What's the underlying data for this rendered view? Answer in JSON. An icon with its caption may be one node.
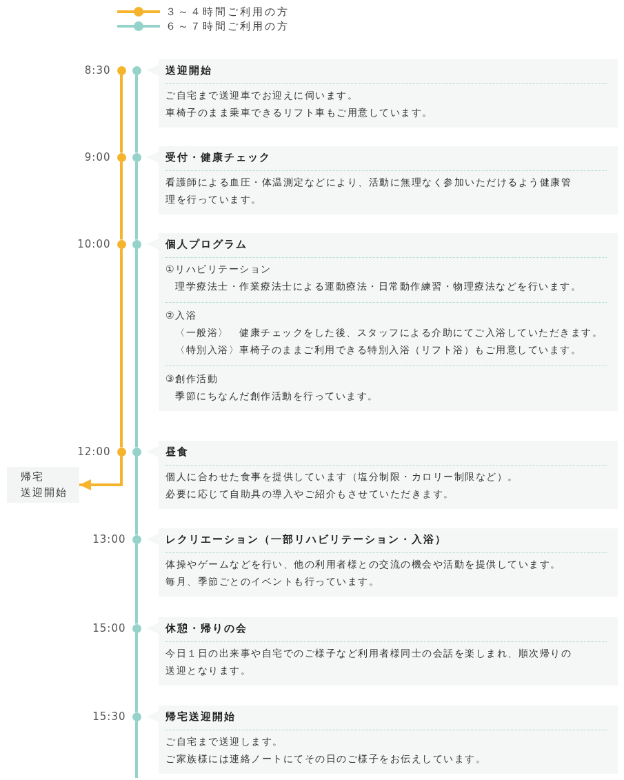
{
  "diagram": {
    "nodes": [
      {
        "text": [],
        "shape": "circle",
        "beside": [
          "8:30"
        ]
      },
      {
        "text": [],
        "shape": "circle"
      },
      {
        "text": [
          "送迎開始",
          "ご自宅まで送迎車でお迎えに伺います。",
          "車椅子のまま乗車できるリフト車もご用意しています。"
        ]
      },
      {
        "text": [],
        "shape": "circle",
        "beside": [
          "9:00"
        ]
      },
      {
        "text": [],
        "shape": "circle"
      },
      {
        "text": [
          "受付・健康チェック",
          "看護師による血圧・体温測定などにより、活動に無理なく参加いただけるよう健康管理を行っています。"
        ]
      },
      {
        "text": [],
        "shape": "circle",
        "beside": [
          "10:00"
        ]
      },
      {
        "text": [],
        "shape": "circle"
      },
      {
        "text": [
          "個人プログラム",
          "①リハビリテーション",
          "理学療法士・作業療法士による運動療法・日常動作練習・物理療法などを行います。",
          "②入浴",
          "〈一般浴〉　健康チェックをした後、スタッフによる介助にてご入浴していただきます。",
          "〈特別入浴〉車椅子のままご利用できる特別入浴（リフト浴）もご用意しています。",
          "③創作活動",
          "季節にちなんだ創作活動を行っています。"
        ]
      },
      {
        "text": [],
        "shape": "circle",
        "beside": [
          "12:00"
        ]
      },
      {
        "text": [],
        "shape": "circle"
      },
      {
        "text": [
          "昼食",
          "個人に合わせた食事を提供しています（塩分制限・カロリー制限など）。",
          "必要に応じて自助具の導入やご紹介もさせていただきます。"
        ]
      },
      {
        "text": [
          "帰宅",
          "送迎開始"
        ]
      },
      {
        "text": [],
        "shape": "circle",
        "beside": [
          "13:00"
        ]
      },
      {
        "text": [
          "レクリエーション（一部リハビリテーション・入浴）",
          "体操やゲームなどを行い、他の利用者様との交流の機会や活動を提供しています。",
          "毎月、季節ごとのイベントも行っています。"
        ]
      },
      {
        "text": [],
        "shape": "circle",
        "beside": [
          "15:00"
        ]
      },
      {
        "text": [
          "休憩・帰りの会",
          "今日１日の出来事や自宅でのご様子など利用者様同士の会話を楽しまれ、順次帰りの送迎となります。"
        ]
      },
      {
        "text": [],
        "shape": "circle",
        "beside": [
          "15:30"
        ]
      },
      {
        "text": [
          "帰宅送迎開始",
          "ご自宅まで送迎します。",
          "ご家族様には連絡ノートにてその日のご様子をお伝えしています。"
        ]
      }
    ],
    "edges": [
      {
        "from": 0,
        "to": 3,
        "arrow": "none",
        "color": "#f6b42c"
      },
      {
        "from": 3,
        "to": 6,
        "arrow": "none",
        "color": "#f6b42c"
      },
      {
        "from": 6,
        "to": 9,
        "arrow": "none",
        "color": "#f6b42c"
      },
      {
        "from": 9,
        "to": 12,
        "arrow": "to",
        "color": "#f6b42c"
      },
      {
        "from": 1,
        "to": 4,
        "arrow": "none"
      },
      {
        "from": 4,
        "to": 7,
        "arrow": "none"
      },
      {
        "from": 7,
        "to": 10,
        "arrow": "none"
      },
      {
        "from": 10,
        "to": 13,
        "arrow": "none"
      },
      {
        "from": 13,
        "to": 15,
        "arrow": "none"
      },
      {
        "from": 15,
        "to": 17,
        "arrow": "none"
      },
      {
        "from": 17,
        "to": null,
        "arrow": "none"
      }
    ],
    "legend": [
      {
        "text": "３～４時間ご利用の方"
      },
      {
        "text": "６～７時間ご利用の方"
      }
    ]
  }
}
